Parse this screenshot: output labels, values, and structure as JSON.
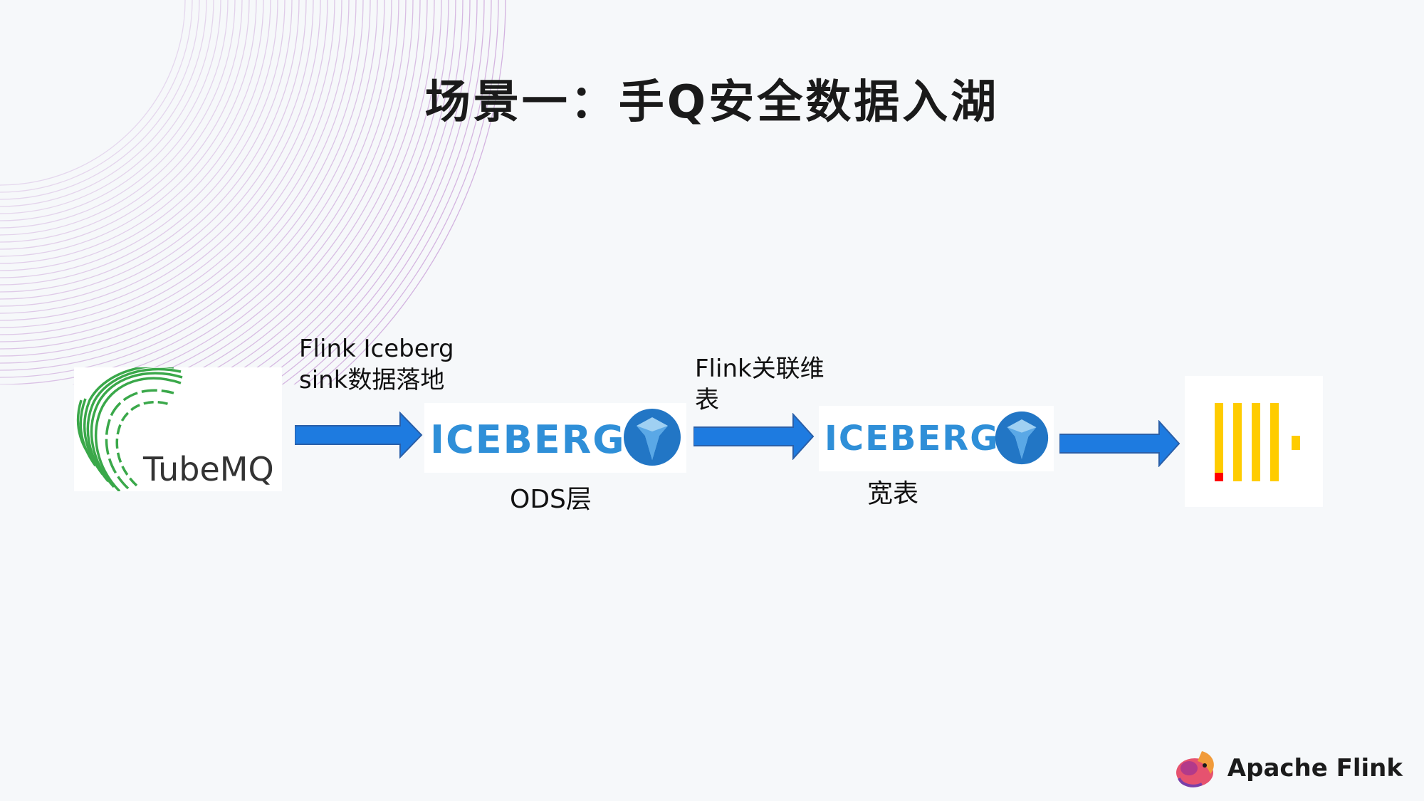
{
  "title": "场景一：手Q安全数据入湖",
  "nodes": {
    "source": {
      "name": "TubeMQ"
    },
    "ods": {
      "logo_text": "ICEBERG",
      "label": "ODS层"
    },
    "wide": {
      "logo_text": "ICEBERG",
      "label": "宽表"
    }
  },
  "edges": {
    "e1": {
      "label": "Flink Iceberg\nsink数据落地"
    },
    "e2": {
      "label": "Flink关联维\n表"
    }
  },
  "footer": {
    "brand": "Apache Flink"
  },
  "colors": {
    "arrow": "#1e7be0",
    "iceberg_text": "#2f8fd8",
    "tubemq_green": "#3aa84a",
    "clickhouse_yellow": "#ffcc00",
    "clickhouse_red": "#ff0000",
    "deco_lines": "#c79bd6"
  },
  "icons": [
    "tubemq-logo-icon",
    "iceberg-logo-icon",
    "clickhouse-logo-icon",
    "flink-squirrel-icon"
  ]
}
